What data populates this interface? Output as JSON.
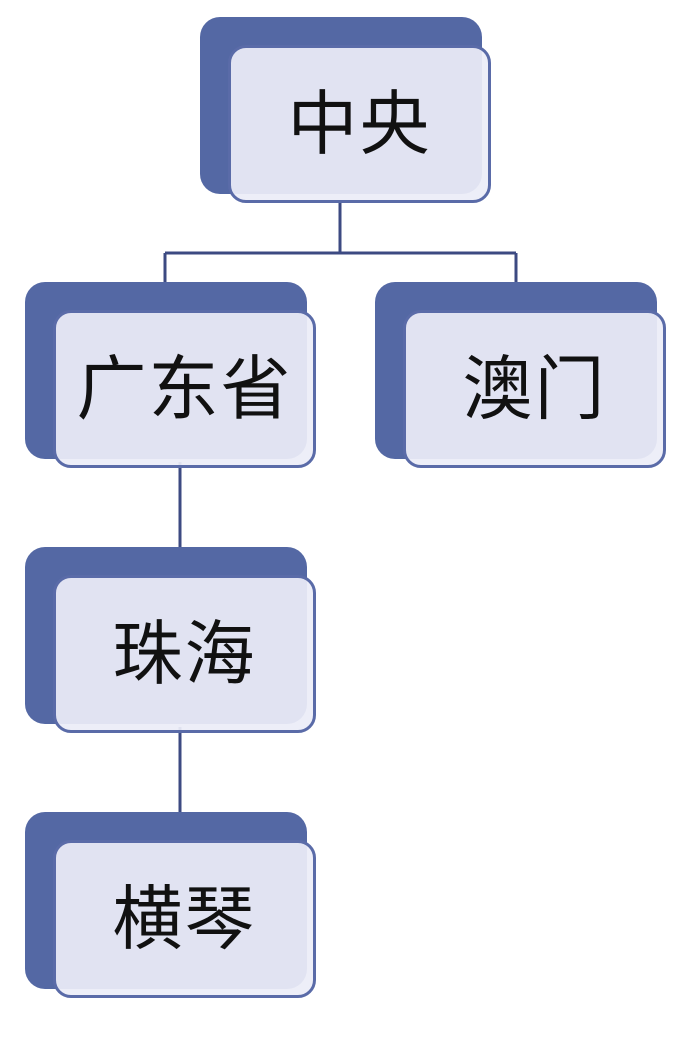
{
  "nodes": {
    "central": {
      "label": "中央"
    },
    "guangdong": {
      "label": "广东省"
    },
    "macau": {
      "label": "澳门"
    },
    "zhuhai": {
      "label": "珠海"
    },
    "hengqin": {
      "label": "横琴"
    }
  },
  "colors": {
    "shadow_block": "#5468a4",
    "box_fill": "#ecedf7",
    "box_border": "#5a6ba8",
    "connector": "#3c4a82",
    "text": "#111111"
  }
}
